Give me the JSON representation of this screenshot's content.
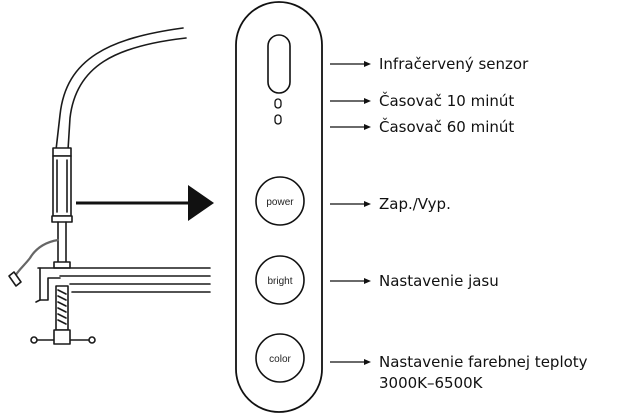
{
  "buttons": {
    "power": "power",
    "bright": "bright",
    "color": "color"
  },
  "labels": {
    "ir_sensor": "Infračervený senzor",
    "timer10": "Časovač 10 minút",
    "timer60": "Časovač 60 minút",
    "power": "Zap./Vyp.",
    "brightness": "Nastavenie jasu",
    "color_temp_line1": "Nastavenie farebnej teploty",
    "color_temp_line2": "3000K–6500K"
  }
}
